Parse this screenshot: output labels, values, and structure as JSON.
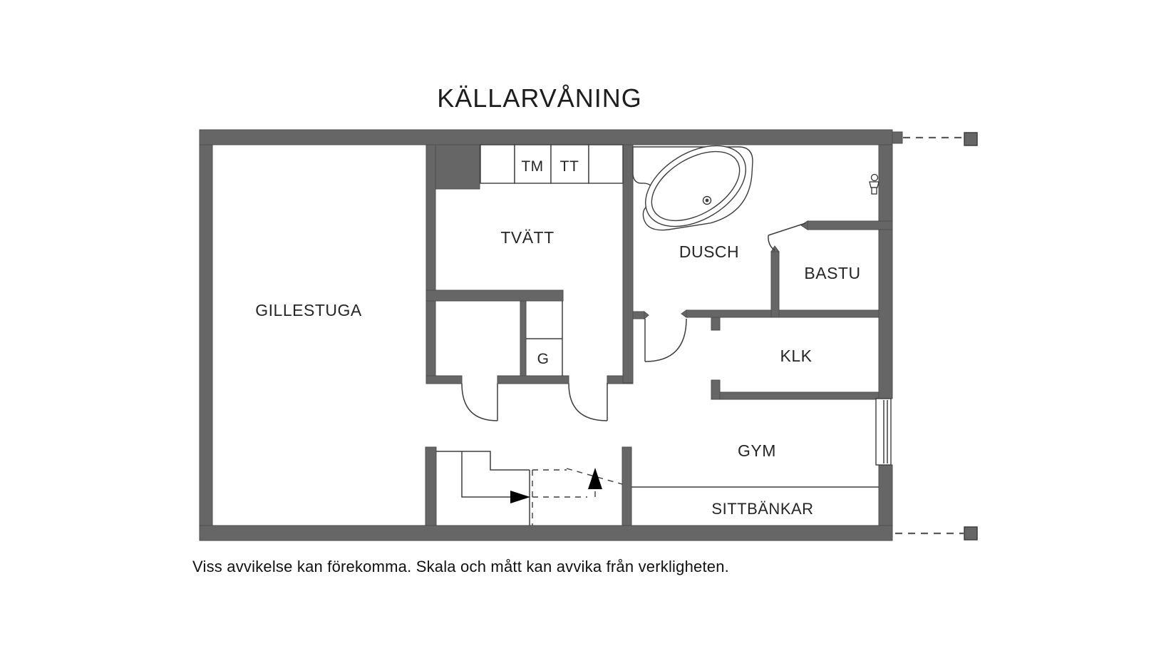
{
  "title": "KÄLLARVÅNING",
  "rooms": {
    "gillestuga": "GILLESTUGA",
    "tvatt": "TVÄTT",
    "dusch": "DUSCH",
    "bastu": "BASTU",
    "klk": "KLK",
    "gym": "GYM",
    "sittbankar": "SITTBÄNKAR",
    "garderob": "G",
    "tm": "TM",
    "tt": "TT"
  },
  "footer": {
    "disclaimer": "Viss avvikelse kan förekomma. Skala och mått kan avvika från verkligheten."
  },
  "colors": {
    "wall": "#666666",
    "wall_outline": "#4d4d4d",
    "line": "#3d3d3d",
    "text": "#262626",
    "background": "#ffffff"
  },
  "icons": {
    "bathtub": "bathtub-icon",
    "floor_drain": "drain-icon",
    "shower_mixer": "shower-mixer-icon",
    "window": "window-icon",
    "stair_down_arrow": "arrow-right-icon",
    "stair_up_arrow": "arrow-up-icon"
  }
}
